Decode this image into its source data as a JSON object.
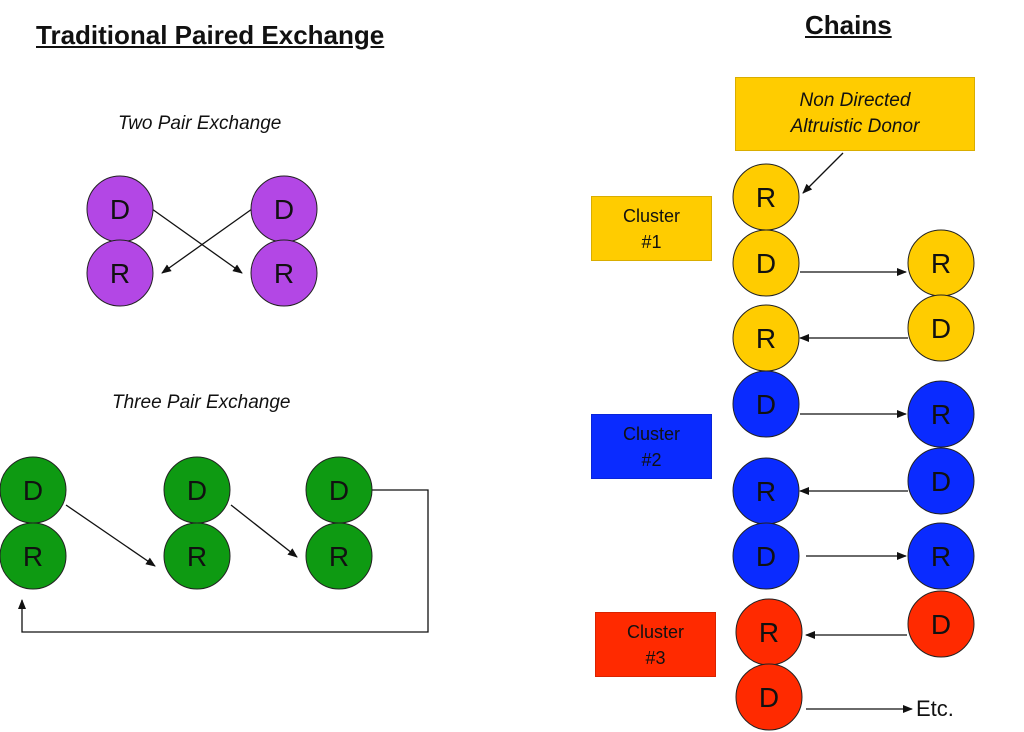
{
  "left": {
    "title": "Traditional Paired Exchange",
    "two_pair": {
      "label": "Two Pair Exchange",
      "color": "#B347E5",
      "donor_letter": "D",
      "recipient_letter": "R"
    },
    "three_pair": {
      "label": "Three Pair Exchange",
      "color": "#0E9A12",
      "donor_letter": "D",
      "recipient_letter": "R"
    }
  },
  "right": {
    "title": "Chains",
    "ndad": {
      "line1": "Non Directed",
      "line2": "Altruistic Donor",
      "color": "#FFCC00"
    },
    "clusters": [
      {
        "line1": "Cluster",
        "line2": "#1",
        "color": "#FFCC00"
      },
      {
        "line1": "Cluster",
        "line2": "#2",
        "color": "#0A2BFF"
      },
      {
        "line1": "Cluster",
        "line2": "#3",
        "color": "#FF2A00"
      }
    ],
    "etc_label": "Etc."
  },
  "nodes": [
    {
      "name": "two-pair-donor-1",
      "letter": "D",
      "color": "#B347E5"
    },
    {
      "name": "two-pair-recipient-1",
      "letter": "R",
      "color": "#B347E5"
    },
    {
      "name": "two-pair-donor-2",
      "letter": "D",
      "color": "#B347E5"
    },
    {
      "name": "two-pair-recipient-2",
      "letter": "R",
      "color": "#B347E5"
    },
    {
      "name": "three-pair-donor-1",
      "letter": "D",
      "color": "#0E9A12"
    },
    {
      "name": "three-pair-recipient-1",
      "letter": "R",
      "color": "#0E9A12"
    },
    {
      "name": "three-pair-donor-2",
      "letter": "D",
      "color": "#0E9A12"
    },
    {
      "name": "three-pair-recipient-2",
      "letter": "R",
      "color": "#0E9A12"
    },
    {
      "name": "three-pair-donor-3",
      "letter": "D",
      "color": "#0E9A12"
    },
    {
      "name": "three-pair-recipient-3",
      "letter": "R",
      "color": "#0E9A12"
    },
    {
      "name": "chain-left-recipient-1",
      "letter": "R",
      "color": "#FFCC00"
    },
    {
      "name": "chain-left-donor-1",
      "letter": "D",
      "color": "#FFCC00"
    },
    {
      "name": "chain-right-recipient-1",
      "letter": "R",
      "color": "#FFCC00"
    },
    {
      "name": "chain-right-donor-1",
      "letter": "D",
      "color": "#FFCC00"
    },
    {
      "name": "chain-left-recipient-2",
      "letter": "R",
      "color": "#FFCC00"
    },
    {
      "name": "chain-left-donor-2",
      "letter": "D",
      "color": "#0A2BFF"
    },
    {
      "name": "chain-right-recipient-2",
      "letter": "R",
      "color": "#0A2BFF"
    },
    {
      "name": "chain-right-donor-2",
      "letter": "D",
      "color": "#0A2BFF"
    },
    {
      "name": "chain-left-recipient-3",
      "letter": "R",
      "color": "#0A2BFF"
    },
    {
      "name": "chain-left-donor-3",
      "letter": "D",
      "color": "#0A2BFF"
    },
    {
      "name": "chain-right-recipient-3",
      "letter": "R",
      "color": "#0A2BFF"
    },
    {
      "name": "chain-right-donor-3",
      "letter": "D",
      "color": "#FF2A00"
    },
    {
      "name": "chain-left-recipient-4",
      "letter": "R",
      "color": "#FF2A00"
    },
    {
      "name": "chain-left-donor-4",
      "letter": "D",
      "color": "#FF2A00"
    }
  ]
}
